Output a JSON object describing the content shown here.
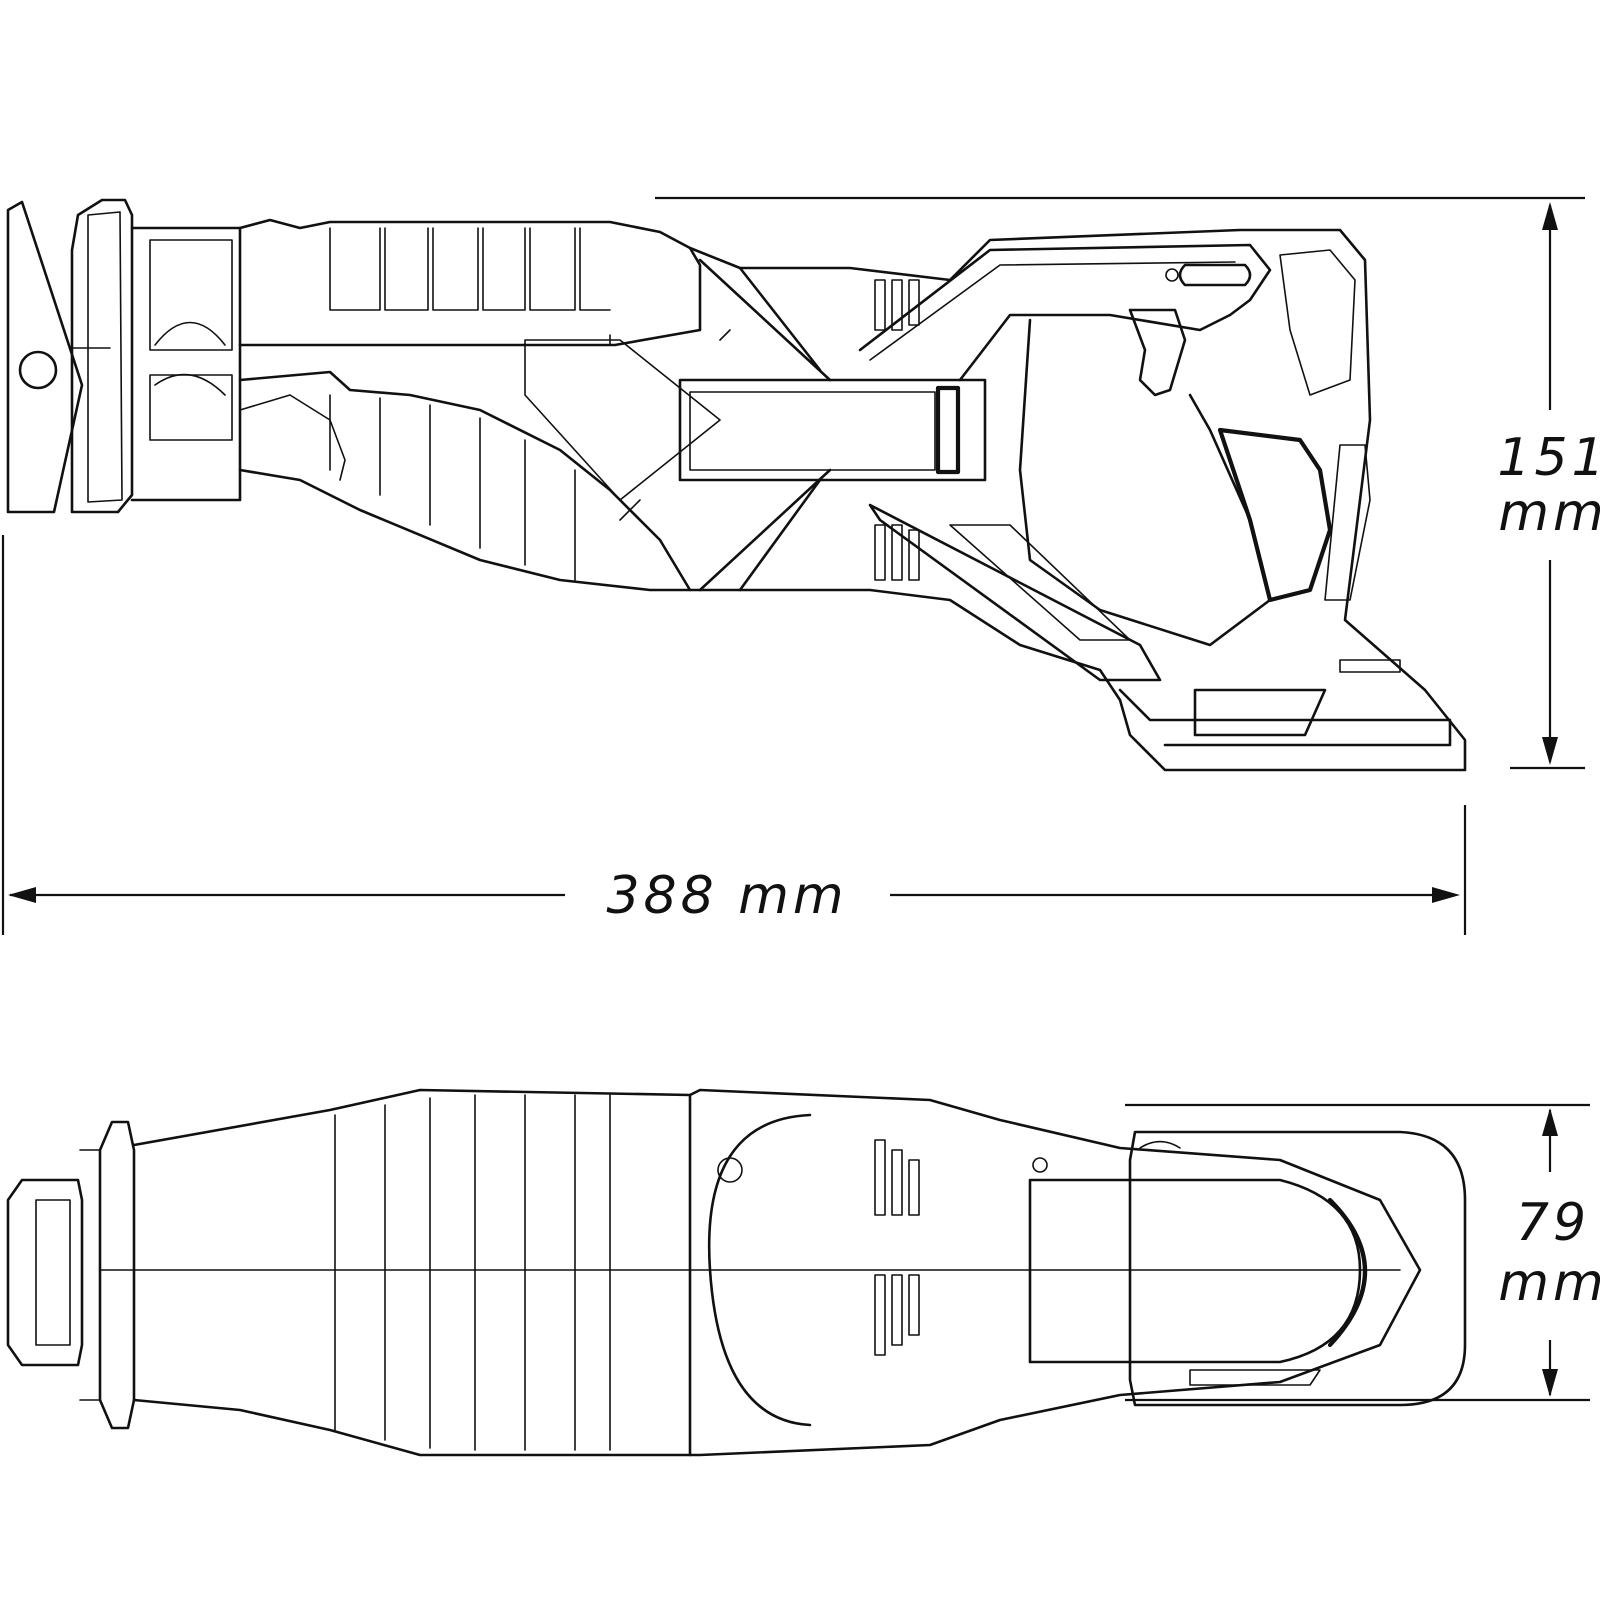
{
  "dimensions": {
    "length": "388 mm",
    "height_value": "151",
    "height_unit": "mm",
    "width_value": "79",
    "width_unit": "mm"
  },
  "colors": {
    "line": "#111111",
    "background": "#ffffff"
  }
}
